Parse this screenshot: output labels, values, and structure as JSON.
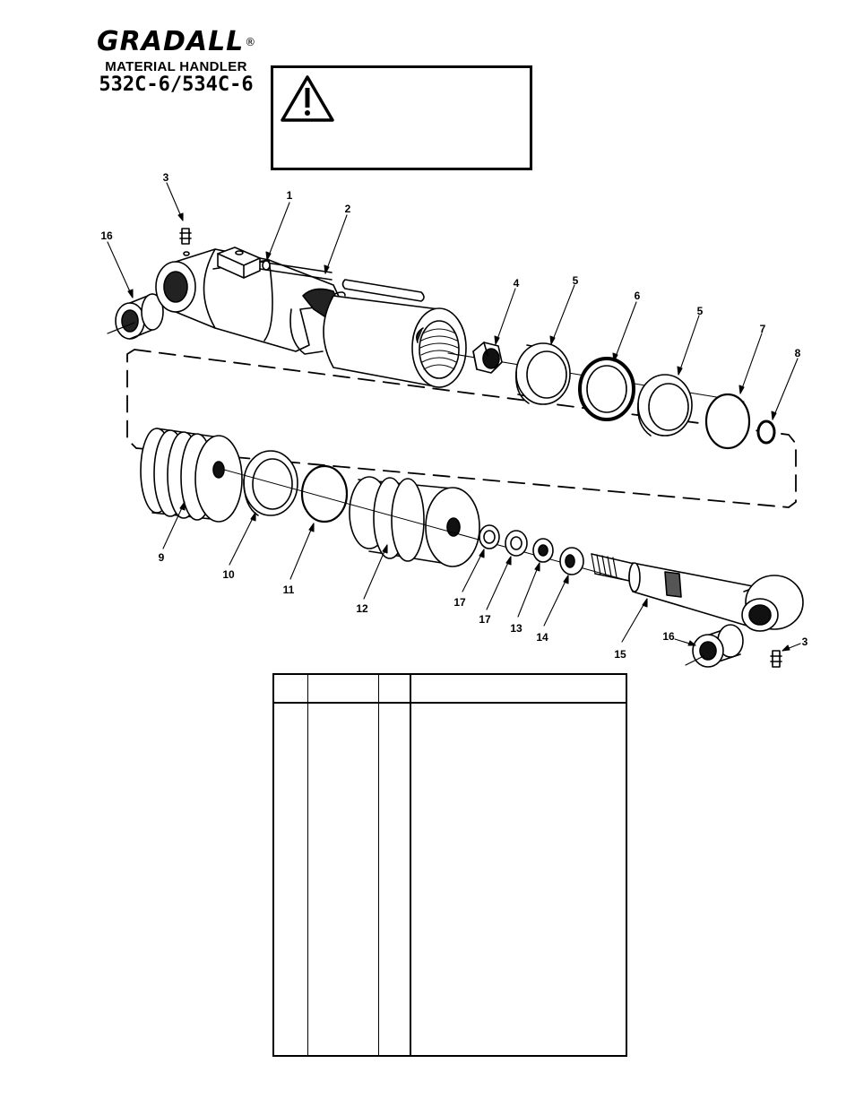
{
  "header": {
    "brand": "GRADALL",
    "registered_mark": "®",
    "subtitle": "MATERIAL HANDLER",
    "model": "532C-6/534C-6"
  },
  "warning": {
    "icon": "warning-triangle-icon",
    "text": ""
  },
  "callouts": [
    "1",
    "2",
    "3",
    "16",
    "4",
    "5",
    "6",
    "5",
    "7",
    "8",
    "9",
    "10",
    "11",
    "12",
    "17",
    "17",
    "13",
    "14",
    "15",
    "16",
    "3"
  ],
  "table": {
    "columns": [
      "",
      "",
      "",
      ""
    ],
    "rows": []
  }
}
